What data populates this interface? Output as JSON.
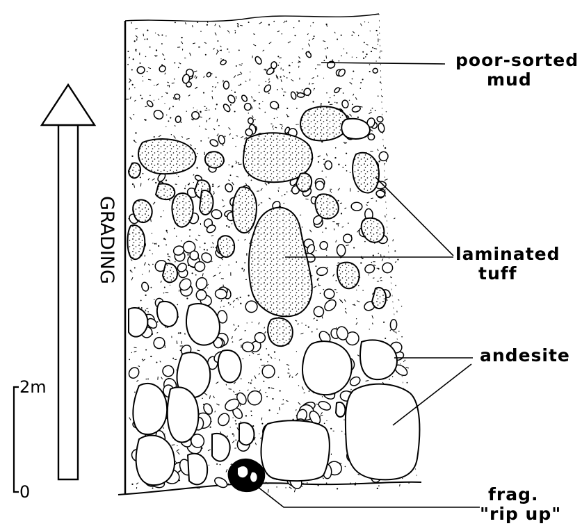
{
  "labels": {
    "poor_sorted_line1": "poor-sorted",
    "poor_sorted_line2": "mud",
    "laminated_line1": "laminated",
    "laminated_line2": "tuff",
    "andesite": "andesite",
    "frag_line1": "frag.",
    "frag_line2": "\"rip up\"",
    "grading": "GRADING",
    "scale_top": "2m",
    "scale_bottom": "0"
  },
  "colors": {
    "ink": "#000000",
    "paper": "#ffffff"
  }
}
